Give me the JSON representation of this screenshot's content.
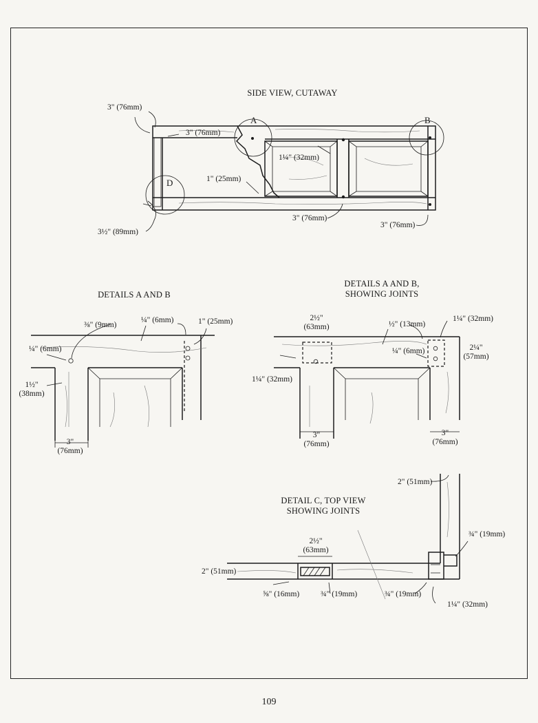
{
  "titles": {
    "side_view": "SIDE VIEW, CUTAWAY",
    "details_ab": "DETAILS A AND B",
    "details_ab_joints_1": "DETAILS A AND B,",
    "details_ab_joints_2": "SHOWING JOINTS",
    "detail_c_1": "DETAIL C, TOP VIEW",
    "detail_c_2": "SHOWING JOINTS"
  },
  "callouts": {
    "a": "A",
    "b": "B",
    "d": "D"
  },
  "side_view_labels": {
    "top_left_3in": "3\" (76mm)",
    "top_rail_3in": "3\" (76mm)",
    "mid_1_25in": "1¼\" (32mm)",
    "one_in": "1\" (25mm)",
    "bottom_3_5in": "3½\" (89mm)",
    "bottom_3in": "3\" (76mm)",
    "right_3in": "3\" (76mm)"
  },
  "details_ab_labels": {
    "three_eighths": "⅜\" (9mm)",
    "quarter_top": "¼\" (6mm)",
    "one_in": "1\" (25mm)",
    "quarter_left": "¼\" (6mm)",
    "one_half_1": "1½\"",
    "one_half_2": "(38mm)",
    "three_in_1": "3\"",
    "three_in_2": "(76mm)"
  },
  "joints_labels": {
    "two_half_1": "2½\"",
    "two_half_2": "(63mm)",
    "half_in": "½\" (13mm)",
    "one_quarter_top": "1¼\" (32mm)",
    "two_quarter_1": "2¼\"",
    "two_quarter_2": "(57mm)",
    "quarter_in": "¼\" (6mm)",
    "one_quarter_left": "1¼\" (32mm)",
    "three_left_1": "3\"",
    "three_left_2": "(76mm)",
    "three_right_1": "3\"",
    "three_right_2": "(76mm)"
  },
  "detail_c_labels": {
    "two_in_top": "2\" (51mm)",
    "two_half_1": "2½\"",
    "two_half_2": "(63mm)",
    "three_quarter_right": "¾\" (19mm)",
    "two_in_left": "2\" (51mm)",
    "five_eighths": "⅝\" (16mm)",
    "three_quarter_1": "¾\" (19mm)",
    "three_quarter_2": "¾\" (19mm)",
    "one_quarter": "1¼\" (32mm)"
  },
  "page_number": "109"
}
